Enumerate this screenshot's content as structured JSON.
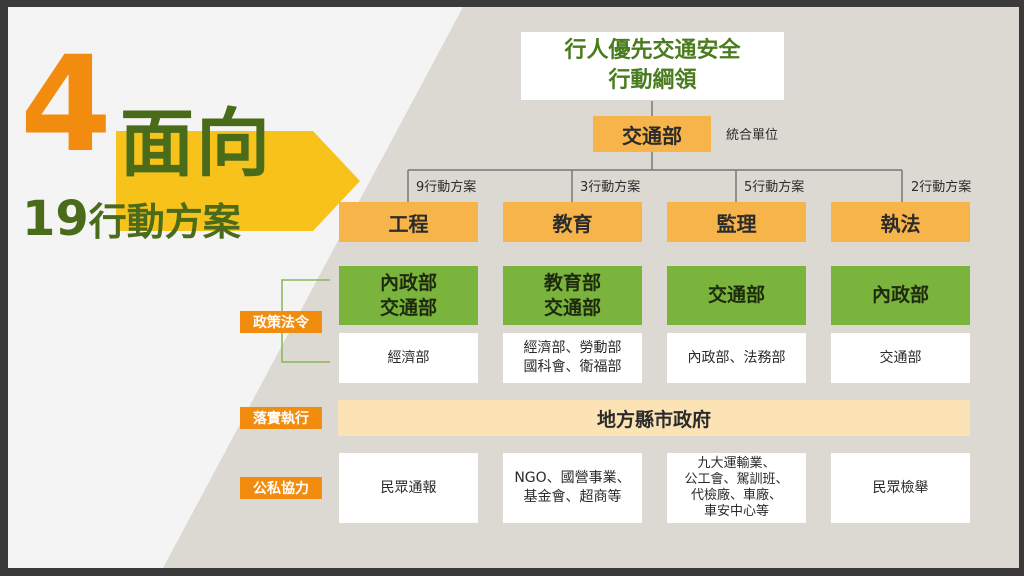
{
  "headline": {
    "number": "4",
    "facets": "面向",
    "count_number": "19",
    "count_text": "行動方案"
  },
  "top": {
    "title_line1": "行人優先交通安全",
    "title_line2": "行動綱領",
    "ministry": "交通部",
    "ministry_note": "統合單位"
  },
  "branches": [
    {
      "plan_count": "9行動方案",
      "name": "工程",
      "lead_lines": [
        "內政部",
        "交通部"
      ],
      "support_lines": [
        "經濟部"
      ],
      "partners_lines": [
        "民眾通報"
      ]
    },
    {
      "plan_count": "3行動方案",
      "name": "教育",
      "lead_lines": [
        "教育部",
        "交通部"
      ],
      "support_lines": [
        "經濟部、勞動部",
        "國科會、衛福部"
      ],
      "partners_lines": [
        "NGO、國營事業、",
        "基金會、超商等"
      ]
    },
    {
      "plan_count": "5行動方案",
      "name": "監理",
      "lead_lines": [
        "交通部"
      ],
      "support_lines": [
        "內政部、法務部"
      ],
      "partners_lines": [
        "九大運輸業、",
        "公工會、駕訓班、",
        "代檢廠、車廠、",
        "車安中心等"
      ]
    },
    {
      "plan_count": "2行動方案",
      "name": "執法",
      "lead_lines": [
        "內政部"
      ],
      "support_lines": [
        "交通部"
      ],
      "partners_lines": [
        "民眾檢舉"
      ]
    }
  ],
  "rows": {
    "policy": "政策法令",
    "implementation": "落實執行",
    "cooperation": "公私協力"
  },
  "implementation_bar": "地方縣市政府",
  "colors": {
    "orange": "#f28c0f",
    "light_orange": "#f7b44a",
    "green": "#7ab43d",
    "dark_green": "#4a6b1a",
    "cream": "#fbe3b5",
    "gray_triangle": "#dcd9d3",
    "arrow_yellow": "#f7c21a"
  }
}
